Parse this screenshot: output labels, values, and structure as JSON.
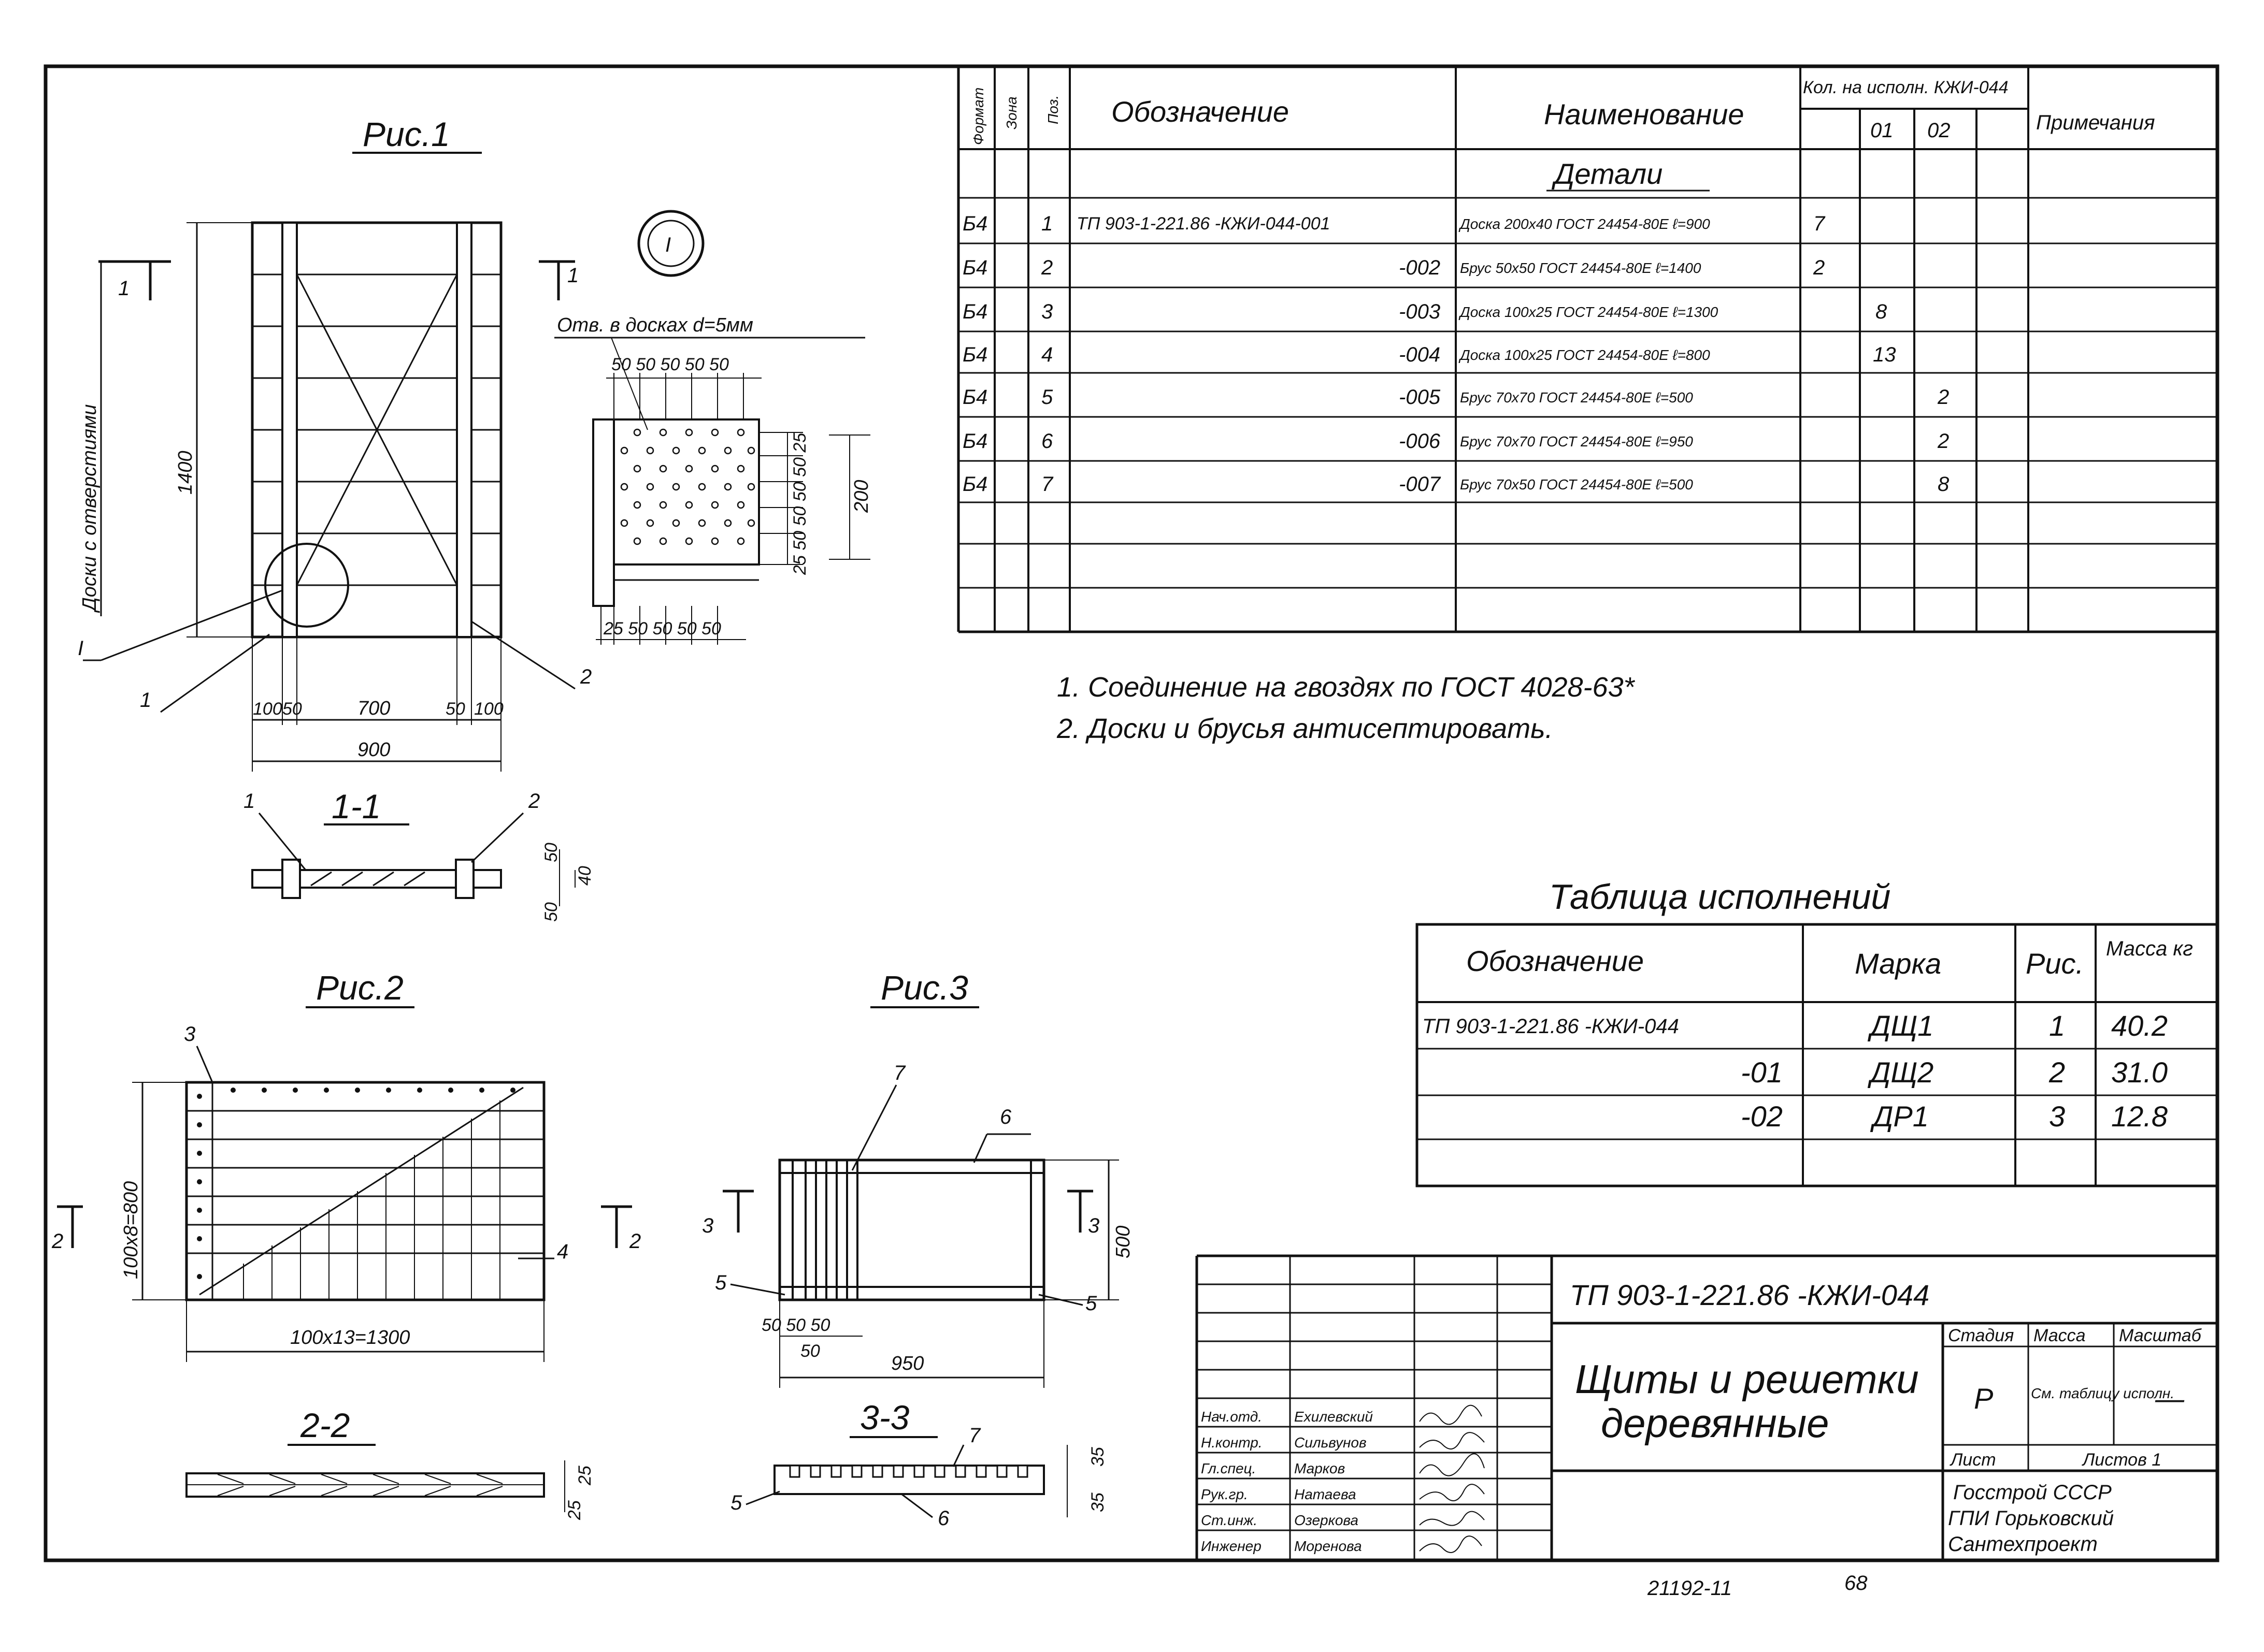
{
  "figures": {
    "fig1": "Рис.1",
    "fig2": "Рис.2",
    "fig3": "Рис.3",
    "sec11": "1-1",
    "sec22": "2-2",
    "sec33": "3-3",
    "detail_mark": "I",
    "detail_pointer": "I",
    "side_label": "Доски с отверстиями",
    "holes_label": "Отв. в досках d=5мм"
  },
  "dimensions": {
    "d1400": "1400",
    "d100": "100",
    "d50": "50",
    "d700": "700",
    "d900": "900",
    "d40": "40",
    "d25": "25",
    "d200": "200",
    "d100x8": "100x8=800",
    "d100x13": "100x13=1300",
    "d950": "950",
    "d500": "500",
    "d35": "35",
    "top_row": "50 50 50 50 50",
    "bot_row": "25 50 50 50 50",
    "right_col": "25 50 50 50 50 25",
    "fig3_row": "50 50 50"
  },
  "callouts": {
    "c1": "1",
    "c2": "2",
    "c3": "3",
    "c4": "4",
    "c5": "5",
    "c6": "6",
    "c7": "7",
    "s1": "1",
    "s2": "2",
    "s3": "3"
  },
  "spec": {
    "headers": {
      "format": "Формат",
      "zone": "Зона",
      "pos": "Поз.",
      "designation": "Обозначение",
      "name": "Наименование",
      "qty": "Кол. на исполн. КЖИ-044",
      "q01": "01",
      "q02": "02",
      "notes": "Примечания"
    },
    "section": "Детали",
    "rows": [
      {
        "fmt": "Б4",
        "pos": "1",
        "des": "ТП 903-1-221.86 -КЖИ-044-001",
        "name": "Доска 200x40 ГОСТ 24454-80Е ℓ=900",
        "q0": "7",
        "q1": "",
        "q2": ""
      },
      {
        "fmt": "Б4",
        "pos": "2",
        "des": "-002",
        "name": "Брус 50x50 ГОСТ 24454-80Е ℓ=1400",
        "q0": "2",
        "q1": "",
        "q2": ""
      },
      {
        "fmt": "Б4",
        "pos": "3",
        "des": "-003",
        "name": "Доска 100x25 ГОСТ 24454-80Е ℓ=1300",
        "q0": "",
        "q1": "8",
        "q2": ""
      },
      {
        "fmt": "Б4",
        "pos": "4",
        "des": "-004",
        "name": "Доска 100x25 ГОСТ 24454-80Е ℓ=800",
        "q0": "",
        "q1": "13",
        "q2": ""
      },
      {
        "fmt": "Б4",
        "pos": "5",
        "des": "-005",
        "name": "Брус 70x70 ГОСТ 24454-80Е ℓ=500",
        "q0": "",
        "q1": "",
        "q2": "2"
      },
      {
        "fmt": "Б4",
        "pos": "6",
        "des": "-006",
        "name": "Брус 70x70 ГОСТ 24454-80Е ℓ=950",
        "q0": "",
        "q1": "",
        "q2": "2"
      },
      {
        "fmt": "Б4",
        "pos": "7",
        "des": "-007",
        "name": "Брус 70x50 ГОСТ 24454-80Е ℓ=500",
        "q0": "",
        "q1": "",
        "q2": "8"
      }
    ]
  },
  "notes": {
    "n1": "1. Соединение на гвоздях по ГОСТ 4028-63*",
    "n2": "2. Доски и брусья антисептировать."
  },
  "variants": {
    "title": "Таблица исполнений",
    "headers": {
      "des": "Обозначение",
      "mark": "Марка",
      "fig": "Рис.",
      "mass": "Масса кг"
    },
    "rows": [
      {
        "des": "ТП 903-1-221.86 -КЖИ-044",
        "mark": "ДЩ1",
        "fig": "1",
        "mass": "40.2"
      },
      {
        "des": "-01",
        "mark": "ДЩ2",
        "fig": "2",
        "mass": "31.0"
      },
      {
        "des": "-02",
        "mark": "ДР1",
        "fig": "3",
        "mass": "12.8"
      }
    ]
  },
  "titleblock": {
    "code": "ТП 903-1-221.86 -КЖИ-044",
    "title1": "Щиты и решетки",
    "title2": "деревянные",
    "stage_h": "Стадия",
    "mass_h": "Масса",
    "scale_h": "Масштаб",
    "stage": "Р",
    "mass": "См. таблицу исполн.",
    "scale": "—",
    "sheet_h": "Лист",
    "sheets_h": "Листов 1",
    "org1": "Госстрой СССР",
    "org2": "ГПИ Горьковский",
    "org3": "Сантехпроект",
    "people": [
      {
        "role": "Нач.отд.",
        "name": "Ехилевский"
      },
      {
        "role": "Н.контр.",
        "name": "Сильвунов"
      },
      {
        "role": "Гл.спец.",
        "name": "Марков"
      },
      {
        "role": "Рук.гр.",
        "name": "Натаева"
      },
      {
        "role": "Ст.инж.",
        "name": "Озеркова"
      },
      {
        "role": "Инженер",
        "name": "Моренова"
      }
    ]
  },
  "footer": {
    "inv": "21192-11",
    "page": "68"
  }
}
